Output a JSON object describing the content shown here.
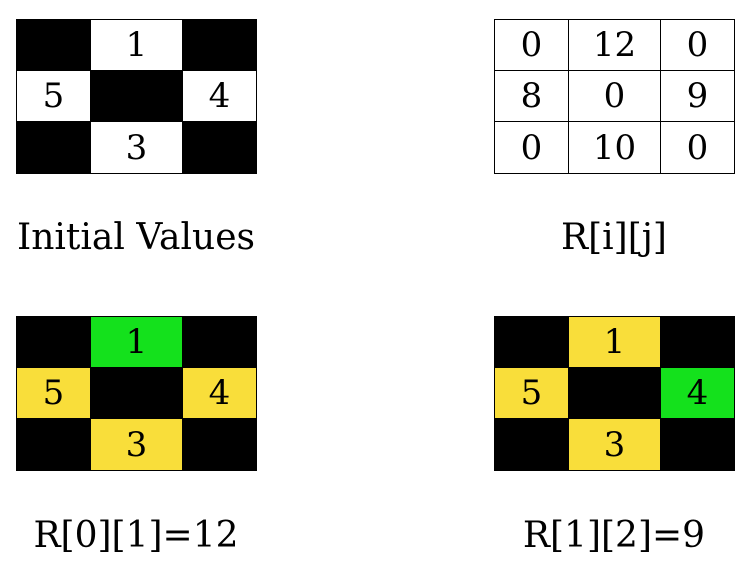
{
  "colors": {
    "black": "#000000",
    "white": "#ffffff",
    "yellow": "#f9de3a",
    "green": "#14e11c"
  },
  "panels": [
    {
      "id": "grid-initial",
      "caption": "Initial Values",
      "cols": [
        74,
        92,
        74
      ],
      "rows": [
        50,
        50,
        51
      ],
      "cells": [
        [
          {
            "text": "",
            "fill": "black"
          },
          {
            "text": "1",
            "fill": "white"
          },
          {
            "text": "",
            "fill": "black"
          }
        ],
        [
          {
            "text": "5",
            "fill": "white"
          },
          {
            "text": "",
            "fill": "black"
          },
          {
            "text": "4",
            "fill": "white"
          }
        ],
        [
          {
            "text": "",
            "fill": "black"
          },
          {
            "text": "3",
            "fill": "white"
          },
          {
            "text": "",
            "fill": "black"
          }
        ]
      ]
    },
    {
      "id": "grid-r",
      "caption": "R[i][j]",
      "cols": [
        74,
        92,
        74
      ],
      "rows": [
        50,
        50,
        51
      ],
      "cells": [
        [
          {
            "text": "0",
            "fill": "white"
          },
          {
            "text": "12",
            "fill": "white"
          },
          {
            "text": "0",
            "fill": "white"
          }
        ],
        [
          {
            "text": "8",
            "fill": "white"
          },
          {
            "text": "0",
            "fill": "white"
          },
          {
            "text": "9",
            "fill": "white"
          }
        ],
        [
          {
            "text": "0",
            "fill": "white"
          },
          {
            "text": "10",
            "fill": "white"
          },
          {
            "text": "0",
            "fill": "white"
          }
        ]
      ]
    },
    {
      "id": "grid-r01",
      "caption": "R[0][1]=12",
      "cols": [
        74,
        92,
        74
      ],
      "rows": [
        50,
        50,
        51
      ],
      "cells": [
        [
          {
            "text": "",
            "fill": "black"
          },
          {
            "text": "1",
            "fill": "green"
          },
          {
            "text": "",
            "fill": "black"
          }
        ],
        [
          {
            "text": "5",
            "fill": "yellow"
          },
          {
            "text": "",
            "fill": "black"
          },
          {
            "text": "4",
            "fill": "yellow"
          }
        ],
        [
          {
            "text": "",
            "fill": "black"
          },
          {
            "text": "3",
            "fill": "yellow"
          },
          {
            "text": "",
            "fill": "black"
          }
        ]
      ]
    },
    {
      "id": "grid-r12",
      "caption": "R[1][2]=9",
      "cols": [
        74,
        92,
        74
      ],
      "rows": [
        50,
        50,
        51
      ],
      "cells": [
        [
          {
            "text": "",
            "fill": "black"
          },
          {
            "text": "1",
            "fill": "yellow"
          },
          {
            "text": "",
            "fill": "black"
          }
        ],
        [
          {
            "text": "5",
            "fill": "yellow"
          },
          {
            "text": "",
            "fill": "black"
          },
          {
            "text": "4",
            "fill": "green"
          }
        ],
        [
          {
            "text": "",
            "fill": "black"
          },
          {
            "text": "3",
            "fill": "yellow"
          },
          {
            "text": "",
            "fill": "black"
          }
        ]
      ]
    }
  ]
}
